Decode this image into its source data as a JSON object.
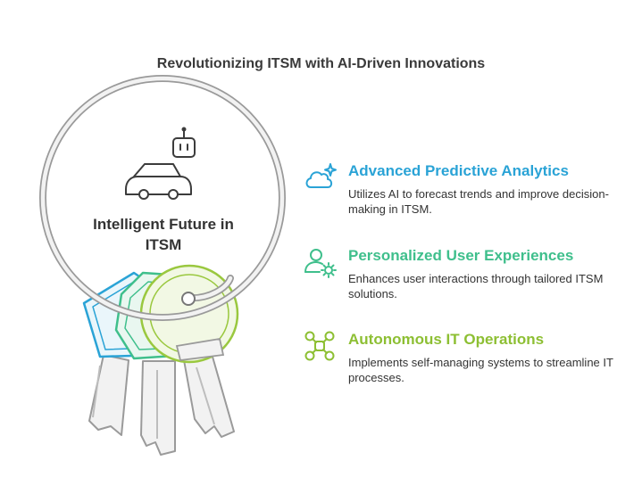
{
  "title": "Revolutionizing ITSM with AI-Driven Innovations",
  "center_label": "Intelligent Future in ITSM",
  "icons": {
    "top": "robot-icon",
    "center": "car-icon"
  },
  "colors": {
    "cyan": "#2aa3d6",
    "teal": "#3fbf8c",
    "lime": "#9ac83f",
    "gray": "#9a9a9a"
  },
  "items": [
    {
      "title": "Advanced Predictive Analytics",
      "description": "Utilizes AI to forecast trends and improve decision-making in ITSM.",
      "icon": "cloud-sparkle-icon",
      "color": "#2aa3d6"
    },
    {
      "title": "Personalized User Experiences",
      "description": "Enhances user interactions through tailored ITSM solutions.",
      "icon": "user-gear-icon",
      "color": "#3fbf8c"
    },
    {
      "title": "Autonomous IT Operations",
      "description": "Implements self-managing systems to streamline IT processes.",
      "icon": "drone-icon",
      "color": "#8dbf33"
    }
  ]
}
